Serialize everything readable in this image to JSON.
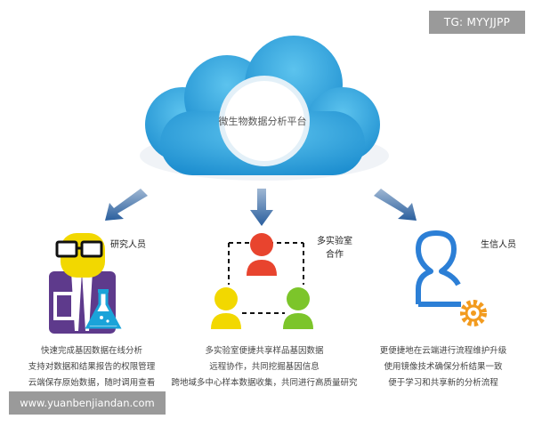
{
  "header": {
    "tag_label": "TG: MYYJJPP"
  },
  "cloud": {
    "label": "微生物数据分析平台"
  },
  "groups": [
    {
      "label": "研究人员",
      "lines": [
        "快速完成基因数据在线分析",
        "支持对数据和结果报告的权限管理",
        "云端保存原始数据，随时调用查看"
      ]
    },
    {
      "label_line1": "多实验室",
      "label_line2": "合作",
      "lines": [
        "多实验室便捷共享样品基因数据",
        "远程协作，共同挖掘基因信息",
        "跨地域多中心样本数据收集，共同进行高质量研究"
      ]
    },
    {
      "label": "生信人员",
      "lines": [
        "更便捷地在云端进行流程维护升级",
        "使用镜像技术确保分析结果一致",
        "便于学习和共享新的分析流程"
      ]
    }
  ],
  "footer": {
    "watermark": "www.yuanbenjiandan.com"
  },
  "colors": {
    "cloud": "#2ea3dc",
    "arrow": "#2f6fad",
    "red": "#e8442e",
    "yellow": "#f2d800",
    "green": "#7cc52a",
    "purple": "#5e3a8c",
    "flask": "#1aa3d9",
    "bio_blue": "#2c7fd6",
    "gear": "#f29b1f"
  }
}
